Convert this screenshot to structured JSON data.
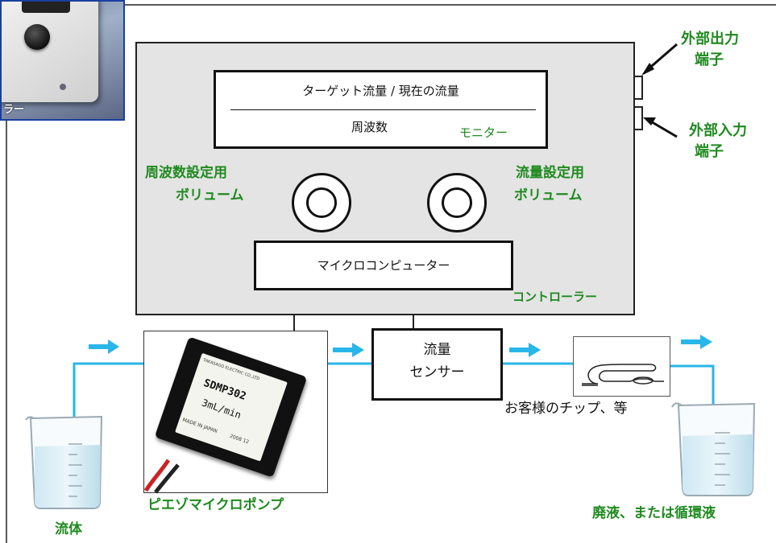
{
  "photo": {
    "caption": "ラー"
  },
  "controller": {
    "label": "コントローラー"
  },
  "monitor": {
    "line1": "ターゲット流量 / 現在の流量",
    "line2": "周波数",
    "label": "モニター"
  },
  "volumes": {
    "frequency_line1": "周波数設定用",
    "frequency_line2": "ボリューム",
    "flow_line1": "流量設定用",
    "flow_line2": "ボリューム"
  },
  "microcomputer": {
    "label": "マイクロコンピューター"
  },
  "terminals": {
    "output_line1": "外部出力",
    "output_line2": "端子",
    "input_line1": "外部入力",
    "input_line2": "端子"
  },
  "pump": {
    "chip_line1": "TAKASAGO ELECTRIC CO.,LTD",
    "chip_model": "SDMP302",
    "chip_rate": "3mL/min",
    "chip_origin": "MADE IN JAPAN",
    "chip_date": "2008 12",
    "label": "ピエゾマイクロポンプ"
  },
  "sensor": {
    "line1": "流量",
    "line2": "センサー"
  },
  "chip": {
    "label": "お客様のチップ、等"
  },
  "fluid": {
    "label": "流体"
  },
  "waste": {
    "label": "廃液、または循環液"
  },
  "colors": {
    "flow_blue": "#29b6e8",
    "label_green": "#1f8a1f",
    "controller_fill": "#e4e4e4",
    "photo_frame": "#1a3f9e"
  }
}
